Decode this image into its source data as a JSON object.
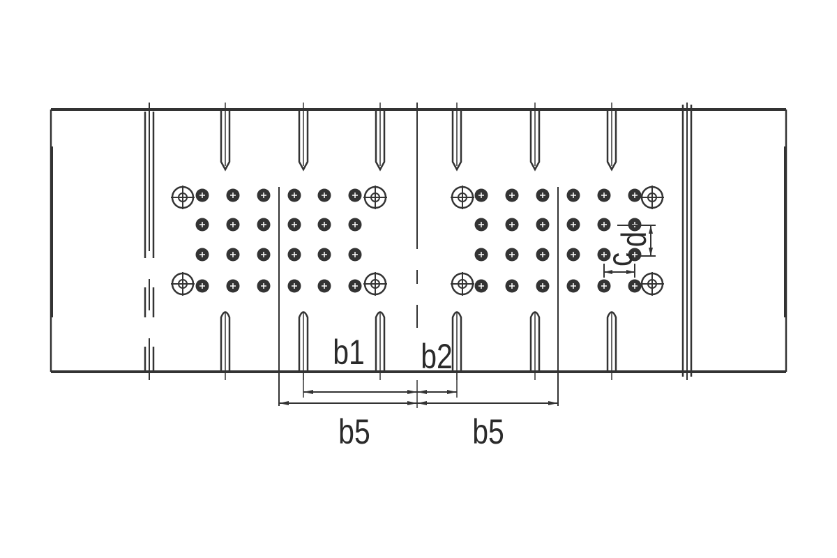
{
  "labels": {
    "b1": "b1",
    "b2": "b2",
    "b5_left": "b5",
    "b5_right": "b5",
    "c": "c",
    "d": "d"
  },
  "colors": {
    "line": "#333333",
    "background": "#ffffff"
  }
}
